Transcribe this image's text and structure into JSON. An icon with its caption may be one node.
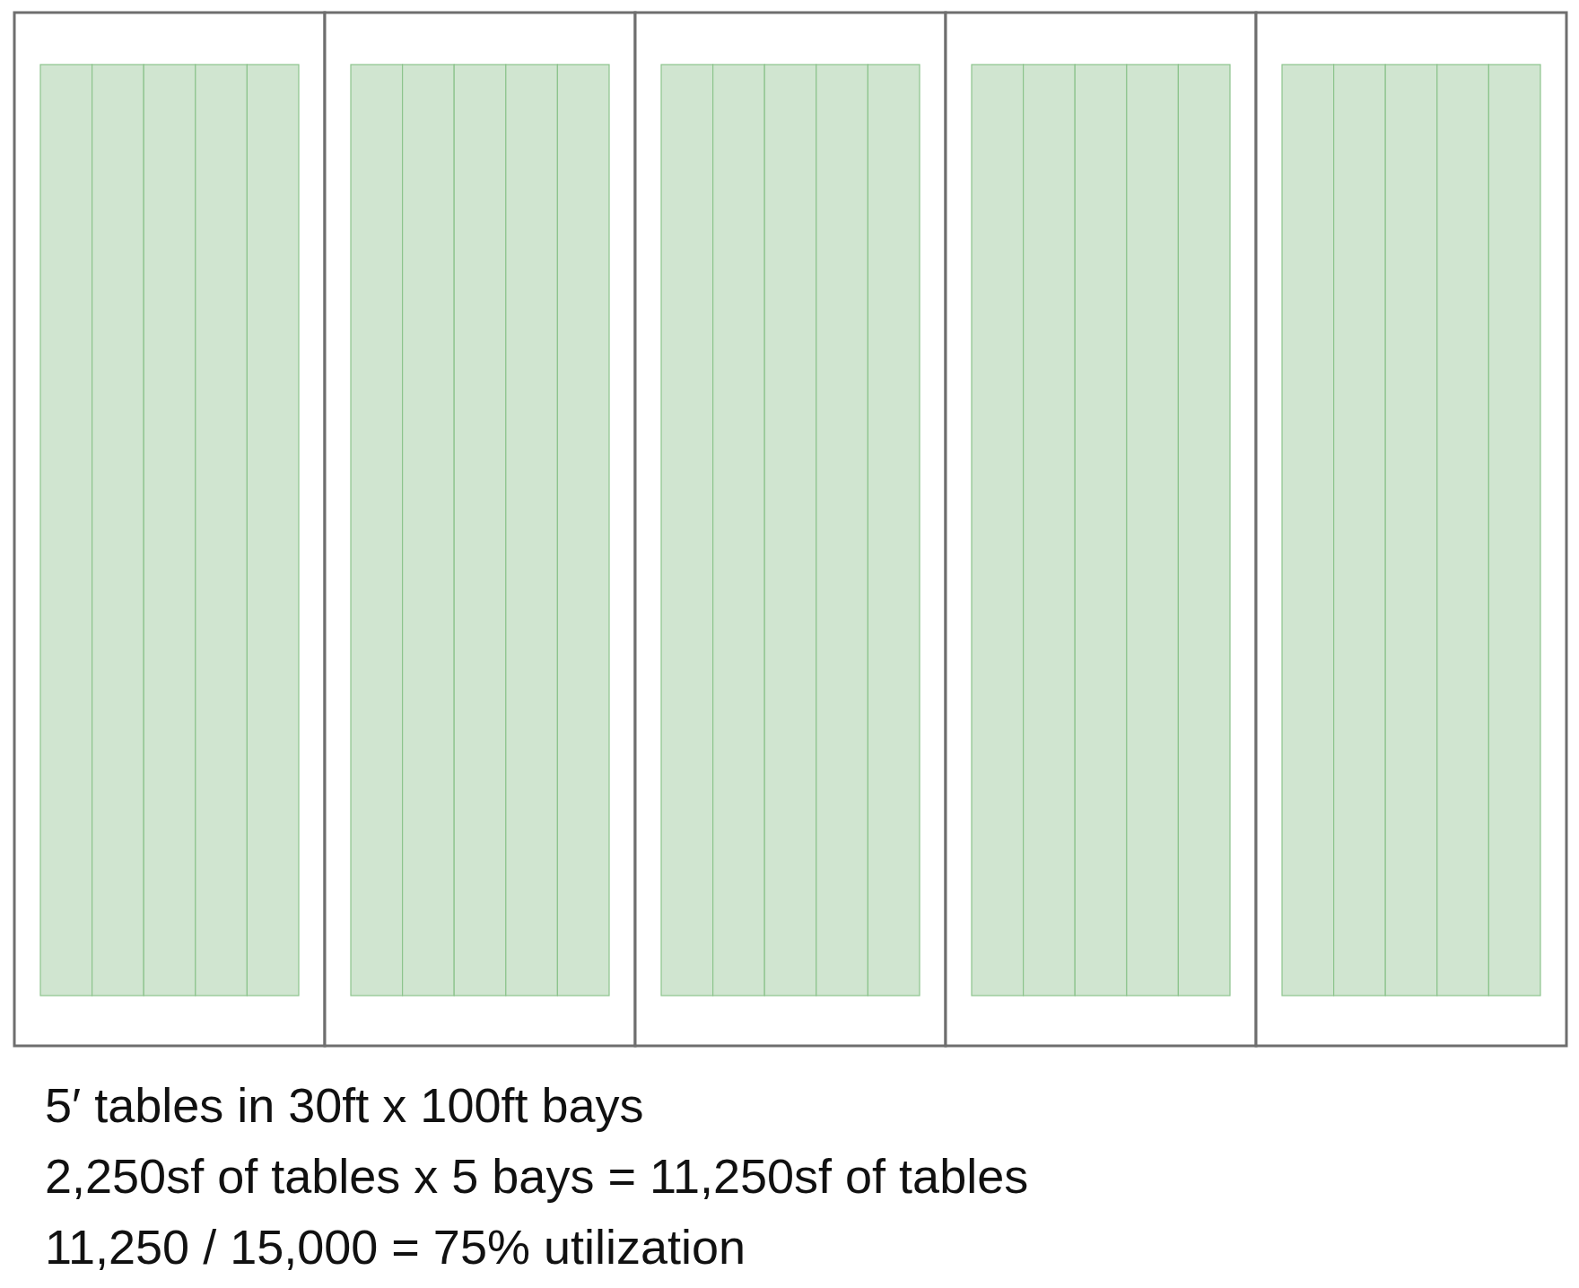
{
  "diagram": {
    "labels": [
      "5′ tables in 30ft x 100ft bays",
      "2,250sf of tables x 5 bays = 11,250sf of tables",
      "11,250 / 15,000 = 75% utilization"
    ]
  }
}
